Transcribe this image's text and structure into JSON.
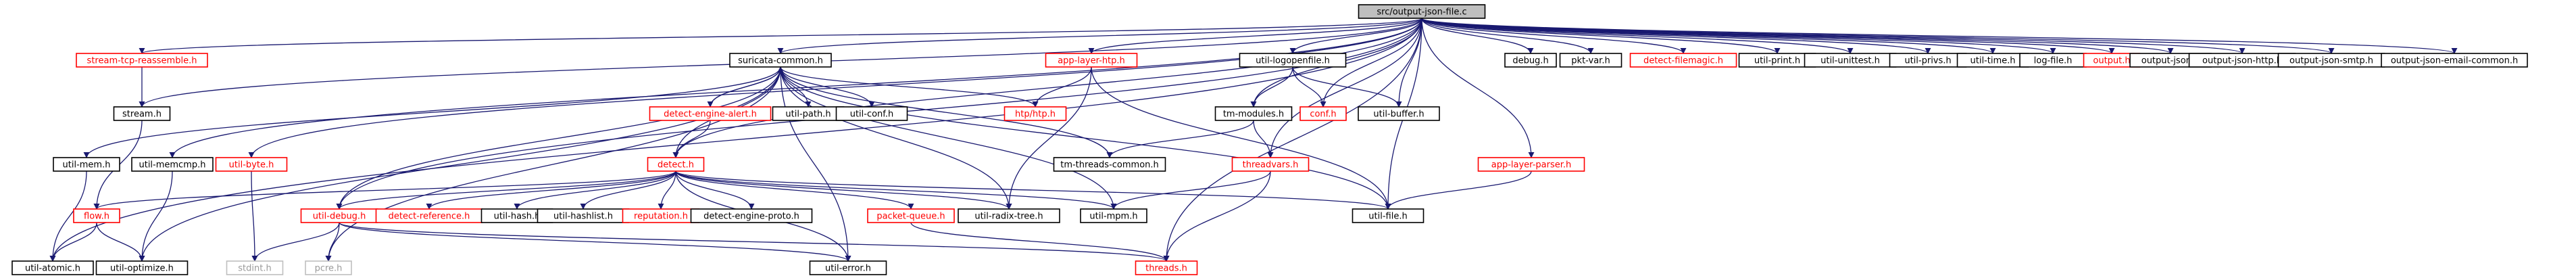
{
  "colors": {
    "edge": "#191970",
    "root_fill": "#bfbfbf",
    "documented_border": "#000000",
    "undocumented_border": "#ff0000",
    "system_border": "#bfbfbf",
    "system_text": "#9a9a9a",
    "node_fill": "#ffffff"
  },
  "nodes": [
    {
      "id": "root",
      "label": "src/output-json-file.c",
      "kind": "root"
    },
    {
      "id": "stream-tcp-reassemble",
      "label": "stream-tcp-reassemble.h",
      "kind": "undocumented"
    },
    {
      "id": "suricata-common",
      "label": "suricata-common.h",
      "kind": "documented"
    },
    {
      "id": "app-layer-htp",
      "label": "app-layer-htp.h",
      "kind": "undocumented"
    },
    {
      "id": "util-logopenfile",
      "label": "util-logopenfile.h",
      "kind": "documented"
    },
    {
      "id": "debug",
      "label": "debug.h",
      "kind": "documented"
    },
    {
      "id": "pkt-var",
      "label": "pkt-var.h",
      "kind": "documented"
    },
    {
      "id": "detect-filemagic",
      "label": "detect-filemagic.h",
      "kind": "undocumented"
    },
    {
      "id": "util-print",
      "label": "util-print.h",
      "kind": "documented"
    },
    {
      "id": "util-unittest",
      "label": "util-unittest.h",
      "kind": "documented"
    },
    {
      "id": "util-privs",
      "label": "util-privs.h",
      "kind": "documented"
    },
    {
      "id": "util-time",
      "label": "util-time.h",
      "kind": "documented"
    },
    {
      "id": "log-file",
      "label": "log-file.h",
      "kind": "documented"
    },
    {
      "id": "output",
      "label": "output.h",
      "kind": "undocumented"
    },
    {
      "id": "output-json",
      "label": "output-json.h",
      "kind": "documented"
    },
    {
      "id": "output-json-http",
      "label": "output-json-http.h",
      "kind": "documented"
    },
    {
      "id": "output-json-smtp",
      "label": "output-json-smtp.h",
      "kind": "documented"
    },
    {
      "id": "output-json-email-common",
      "label": "output-json-email-common.h",
      "kind": "documented"
    },
    {
      "id": "stream",
      "label": "stream.h",
      "kind": "documented"
    },
    {
      "id": "detect-engine-alert",
      "label": "detect-engine-alert.h",
      "kind": "undocumented"
    },
    {
      "id": "util-path",
      "label": "util-path.h",
      "kind": "documented"
    },
    {
      "id": "util-conf",
      "label": "util-conf.h",
      "kind": "documented"
    },
    {
      "id": "htp",
      "label": "htp/htp.h",
      "kind": "undocumented"
    },
    {
      "id": "conf",
      "label": "conf.h",
      "kind": "undocumented"
    },
    {
      "id": "util-buffer",
      "label": "util-buffer.h",
      "kind": "documented"
    },
    {
      "id": "tm-modules",
      "label": "tm-modules.h",
      "kind": "documented"
    },
    {
      "id": "util-mem",
      "label": "util-mem.h",
      "kind": "documented"
    },
    {
      "id": "util-memcmp",
      "label": "util-memcmp.h",
      "kind": "documented"
    },
    {
      "id": "util-byte",
      "label": "util-byte.h",
      "kind": "undocumented"
    },
    {
      "id": "detect",
      "label": "detect.h",
      "kind": "undocumented"
    },
    {
      "id": "tm-threads-common",
      "label": "tm-threads-common.h",
      "kind": "documented"
    },
    {
      "id": "threadvars",
      "label": "threadvars.h",
      "kind": "undocumented"
    },
    {
      "id": "app-layer-parser",
      "label": "app-layer-parser.h",
      "kind": "undocumented"
    },
    {
      "id": "flow",
      "label": "flow.h",
      "kind": "undocumented"
    },
    {
      "id": "util-debug",
      "label": "util-debug.h",
      "kind": "undocumented"
    },
    {
      "id": "detect-reference",
      "label": "detect-reference.h",
      "kind": "undocumented"
    },
    {
      "id": "util-hash",
      "label": "util-hash.h",
      "kind": "documented"
    },
    {
      "id": "util-hashlist",
      "label": "util-hashlist.h",
      "kind": "documented"
    },
    {
      "id": "reputation",
      "label": "reputation.h",
      "kind": "undocumented"
    },
    {
      "id": "detect-engine-proto",
      "label": "detect-engine-proto.h",
      "kind": "documented"
    },
    {
      "id": "packet-queue",
      "label": "packet-queue.h",
      "kind": "undocumented"
    },
    {
      "id": "util-radix-tree",
      "label": "util-radix-tree.h",
      "kind": "documented"
    },
    {
      "id": "util-mpm",
      "label": "util-mpm.h",
      "kind": "documented"
    },
    {
      "id": "util-file",
      "label": "util-file.h",
      "kind": "documented"
    },
    {
      "id": "util-atomic",
      "label": "util-atomic.h",
      "kind": "documented"
    },
    {
      "id": "util-optimize",
      "label": "util-optimize.h",
      "kind": "documented"
    },
    {
      "id": "stdint",
      "label": "stdint.h",
      "kind": "system"
    },
    {
      "id": "pcre",
      "label": "pcre.h",
      "kind": "system"
    },
    {
      "id": "util-error",
      "label": "util-error.h",
      "kind": "documented"
    },
    {
      "id": "threads",
      "label": "threads.h",
      "kind": "undocumented"
    }
  ],
  "edges": [
    [
      "root",
      "stream-tcp-reassemble"
    ],
    [
      "root",
      "suricata-common"
    ],
    [
      "root",
      "app-layer-htp"
    ],
    [
      "root",
      "util-logopenfile"
    ],
    [
      "root",
      "debug"
    ],
    [
      "root",
      "pkt-var"
    ],
    [
      "root",
      "detect-filemagic"
    ],
    [
      "root",
      "util-print"
    ],
    [
      "root",
      "util-unittest"
    ],
    [
      "root",
      "util-privs"
    ],
    [
      "root",
      "util-time"
    ],
    [
      "root",
      "log-file"
    ],
    [
      "root",
      "output"
    ],
    [
      "root",
      "output-json"
    ],
    [
      "root",
      "output-json-http"
    ],
    [
      "root",
      "output-json-smtp"
    ],
    [
      "root",
      "output-json-email-common"
    ],
    [
      "root",
      "stream"
    ],
    [
      "root",
      "util-atomic"
    ],
    [
      "root",
      "util-memcmp"
    ],
    [
      "root",
      "util-byte"
    ],
    [
      "root",
      "detect"
    ],
    [
      "root",
      "util-debug"
    ],
    [
      "root",
      "tm-modules"
    ],
    [
      "root",
      "threadvars"
    ],
    [
      "root",
      "app-layer-parser"
    ],
    [
      "root",
      "util-buffer"
    ],
    [
      "root",
      "conf"
    ],
    [
      "root",
      "util-file"
    ],
    [
      "root",
      "threads"
    ],
    [
      "stream-tcp-reassemble",
      "stream"
    ],
    [
      "stream",
      "flow"
    ],
    [
      "suricata-common",
      "detect-engine-alert"
    ],
    [
      "suricata-common",
      "util-path"
    ],
    [
      "suricata-common",
      "util-conf"
    ],
    [
      "suricata-common",
      "htp"
    ],
    [
      "suricata-common",
      "tm-threads-common"
    ],
    [
      "suricata-common",
      "util-mem"
    ],
    [
      "suricata-common",
      "util-debug"
    ],
    [
      "suricata-common",
      "util-optimize"
    ],
    [
      "suricata-common",
      "pcre"
    ],
    [
      "suricata-common",
      "util-error"
    ],
    [
      "suricata-common",
      "util-mpm"
    ],
    [
      "suricata-common",
      "util-radix-tree"
    ],
    [
      "suricata-common",
      "util-file"
    ],
    [
      "app-layer-htp",
      "htp"
    ],
    [
      "app-layer-htp",
      "util-radix-tree"
    ],
    [
      "app-layer-htp",
      "util-file"
    ],
    [
      "util-logopenfile",
      "conf"
    ],
    [
      "util-logopenfile",
      "util-buffer"
    ],
    [
      "util-logopenfile",
      "tm-modules"
    ],
    [
      "tm-modules",
      "tm-threads-common"
    ],
    [
      "tm-modules",
      "threadvars"
    ],
    [
      "threadvars",
      "util-mpm"
    ],
    [
      "threadvars",
      "threads"
    ],
    [
      "app-layer-parser",
      "util-file"
    ],
    [
      "detect-engine-alert",
      "detect"
    ],
    [
      "detect-engine-alert",
      "suricata-common"
    ],
    [
      "detect",
      "suricata-common"
    ],
    [
      "detect",
      "flow"
    ],
    [
      "detect",
      "util-debug"
    ],
    [
      "detect",
      "detect-reference"
    ],
    [
      "detect",
      "util-hash"
    ],
    [
      "detect",
      "util-hashlist"
    ],
    [
      "detect",
      "reputation"
    ],
    [
      "detect",
      "detect-engine-proto"
    ],
    [
      "detect",
      "packet-queue"
    ],
    [
      "detect",
      "util-radix-tree"
    ],
    [
      "detect",
      "util-mpm"
    ],
    [
      "detect",
      "util-file"
    ],
    [
      "detect",
      "util-error"
    ],
    [
      "util-mem",
      "util-atomic"
    ],
    [
      "util-memcmp",
      "util-optimize"
    ],
    [
      "util-byte",
      "stdint"
    ],
    [
      "flow",
      "util-atomic"
    ],
    [
      "flow",
      "util-optimize"
    ],
    [
      "util-debug",
      "stdint"
    ],
    [
      "util-debug",
      "pcre"
    ],
    [
      "util-debug",
      "util-error"
    ],
    [
      "util-debug",
      "threads"
    ],
    [
      "packet-queue",
      "threads"
    ]
  ]
}
